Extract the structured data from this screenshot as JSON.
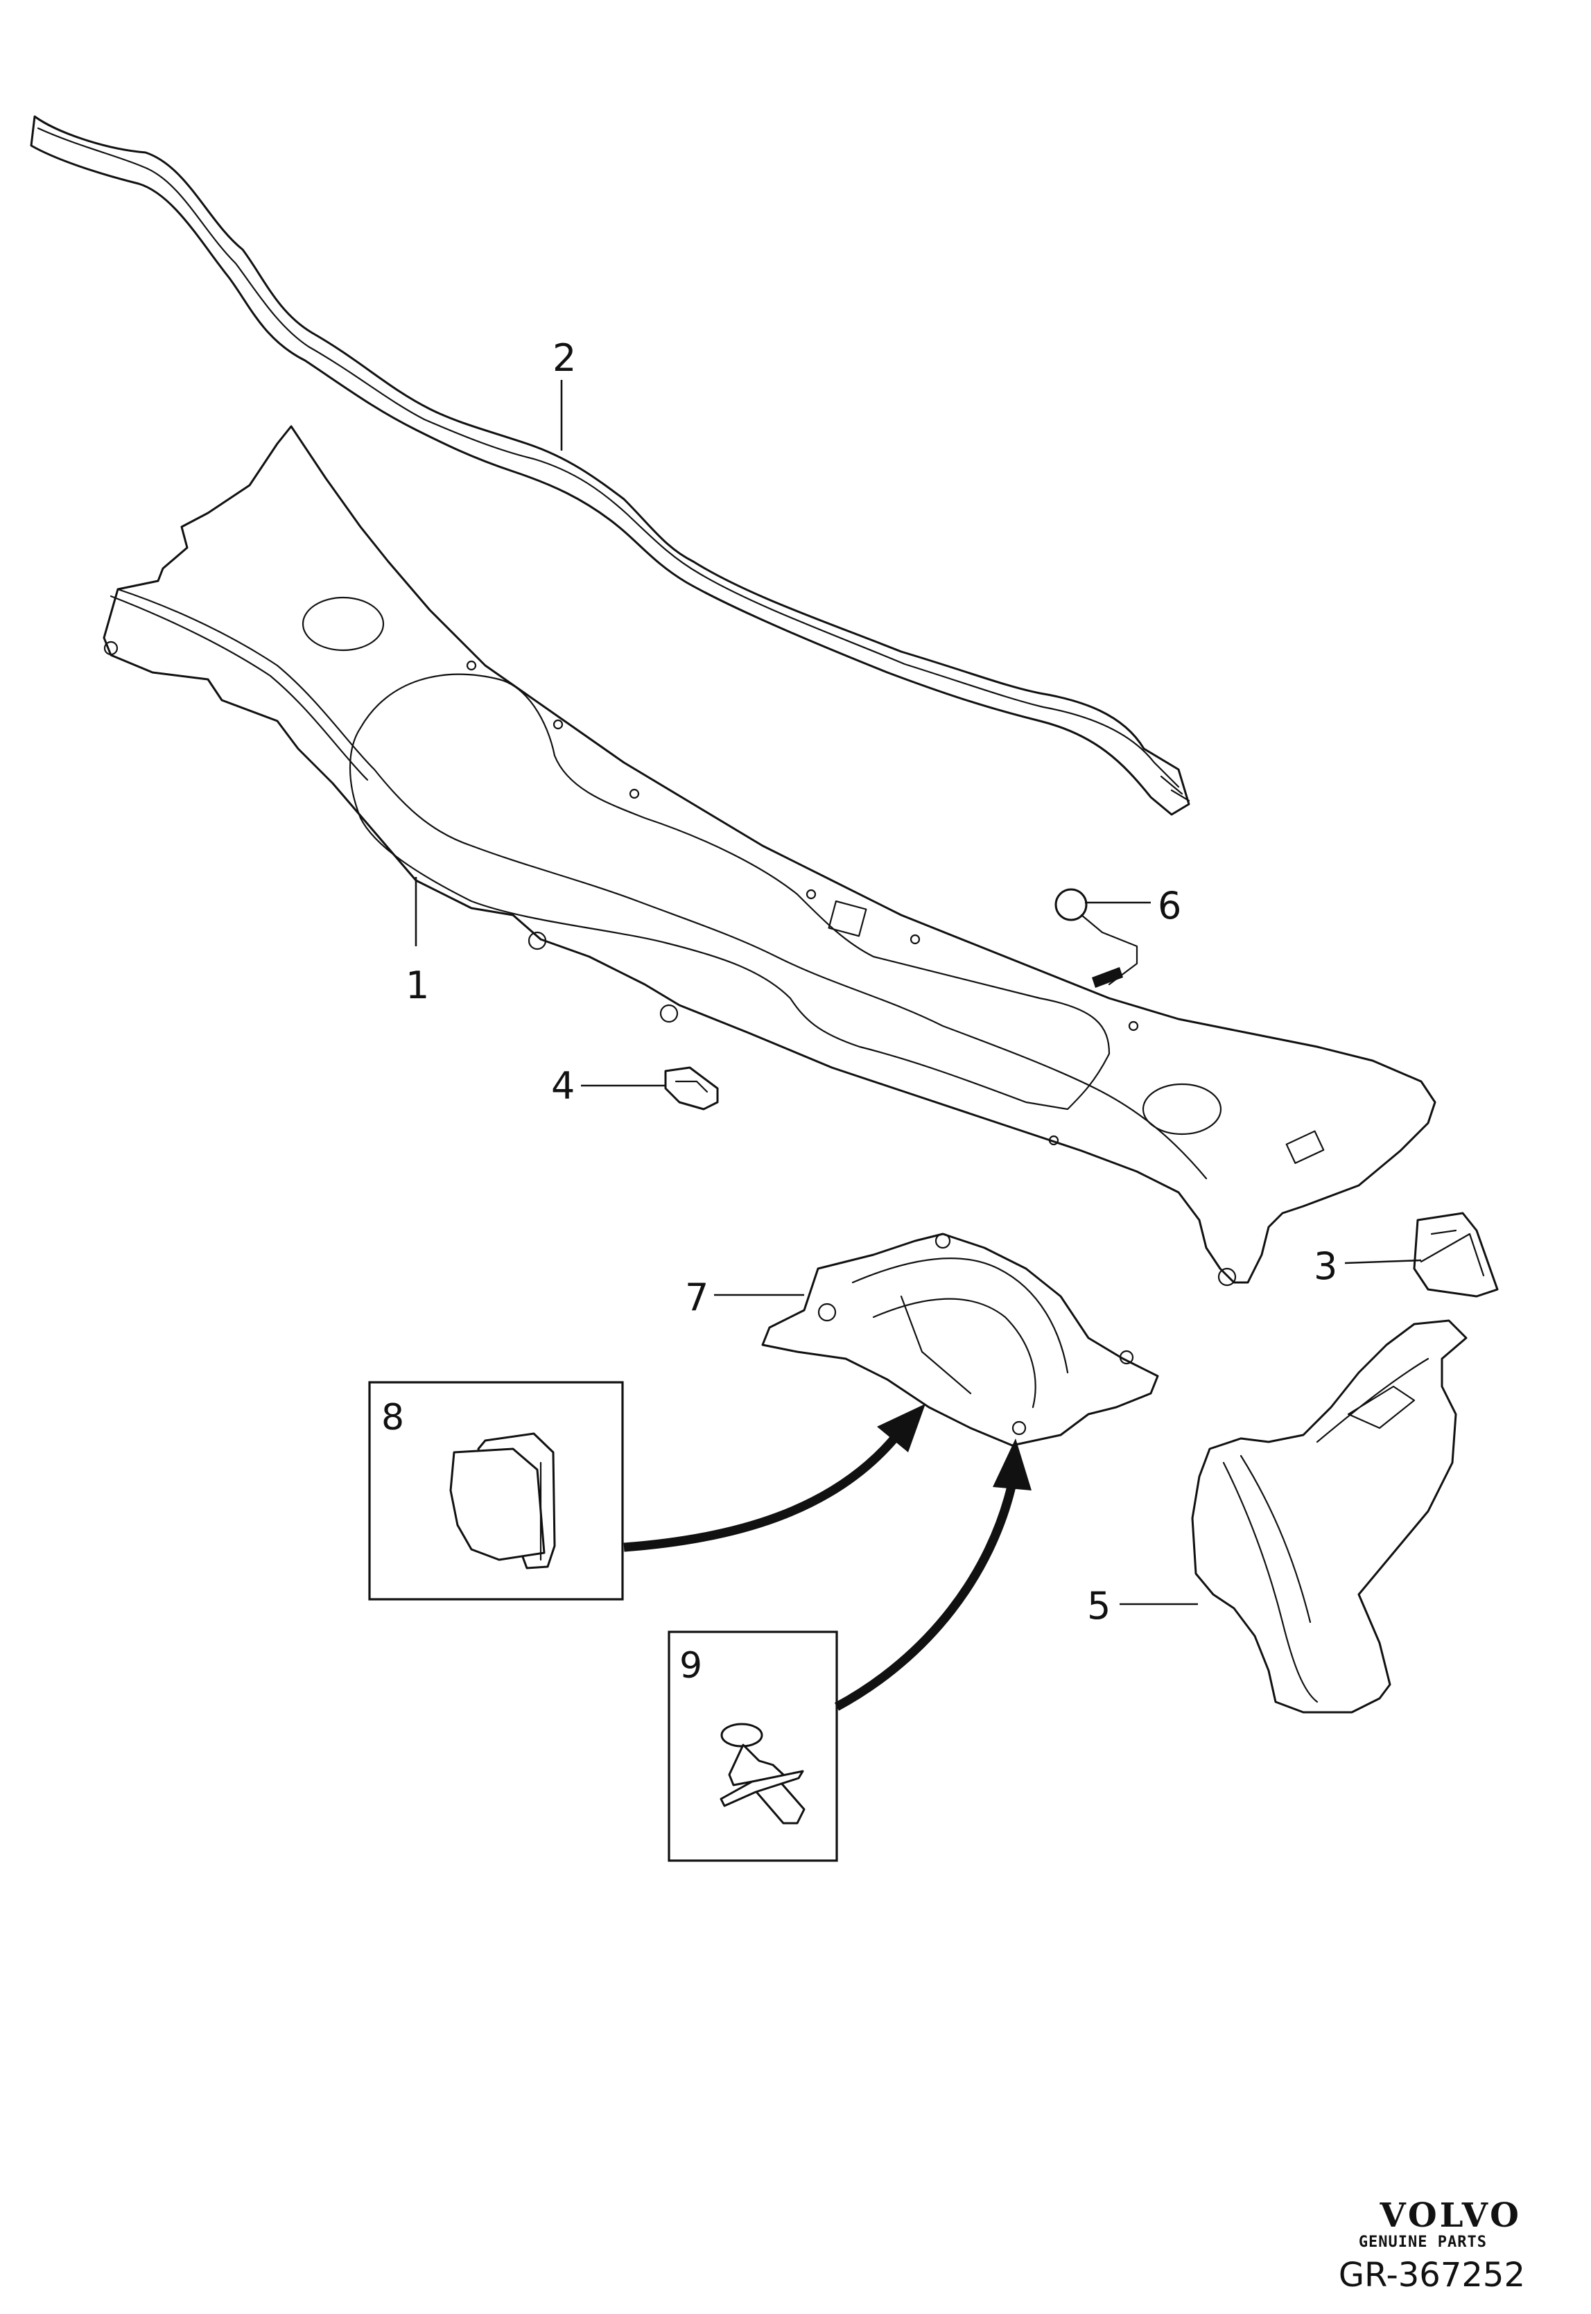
{
  "diagram": {
    "callouts": [
      "1",
      "2",
      "3",
      "4",
      "5",
      "6",
      "7",
      "8",
      "9"
    ],
    "brand": {
      "logo_text": "VOLVO",
      "tagline": "GENUINE PARTS"
    },
    "reference": "GR-367252"
  }
}
